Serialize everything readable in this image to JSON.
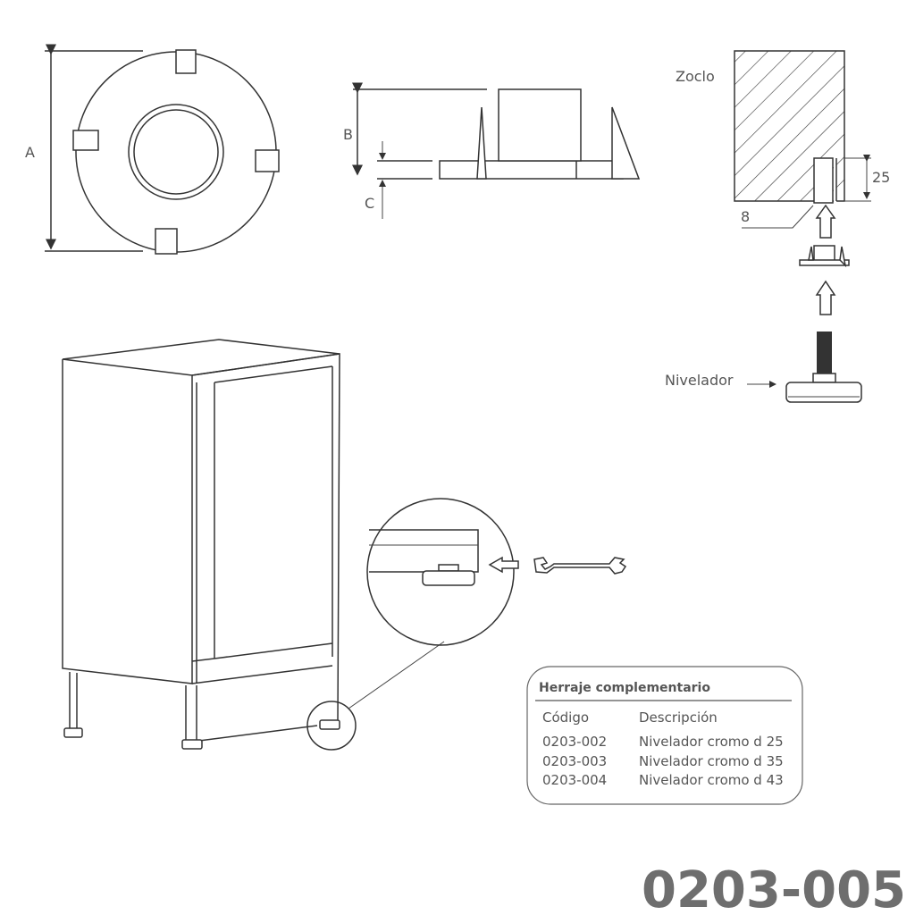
{
  "clip_diagram": {
    "dim_a": "A"
  },
  "profile_diagram": {
    "dim_b": "B",
    "dim_c": "C"
  },
  "zoclo_diagram": {
    "zoclo_label": "Zoclo",
    "slot_depth": "25",
    "slot_width": "8",
    "nivelador_label": "Nivelador"
  },
  "table": {
    "title": "Herraje complementario",
    "headers": [
      "Código",
      "Descripción"
    ],
    "rows": [
      [
        "0203-002",
        "Nivelador cromo d 25"
      ],
      [
        "0203-003",
        "Nivelador cromo d 35"
      ],
      [
        "0203-004",
        "Nivelador cromo d 43"
      ]
    ]
  },
  "product_code": "0203-005"
}
